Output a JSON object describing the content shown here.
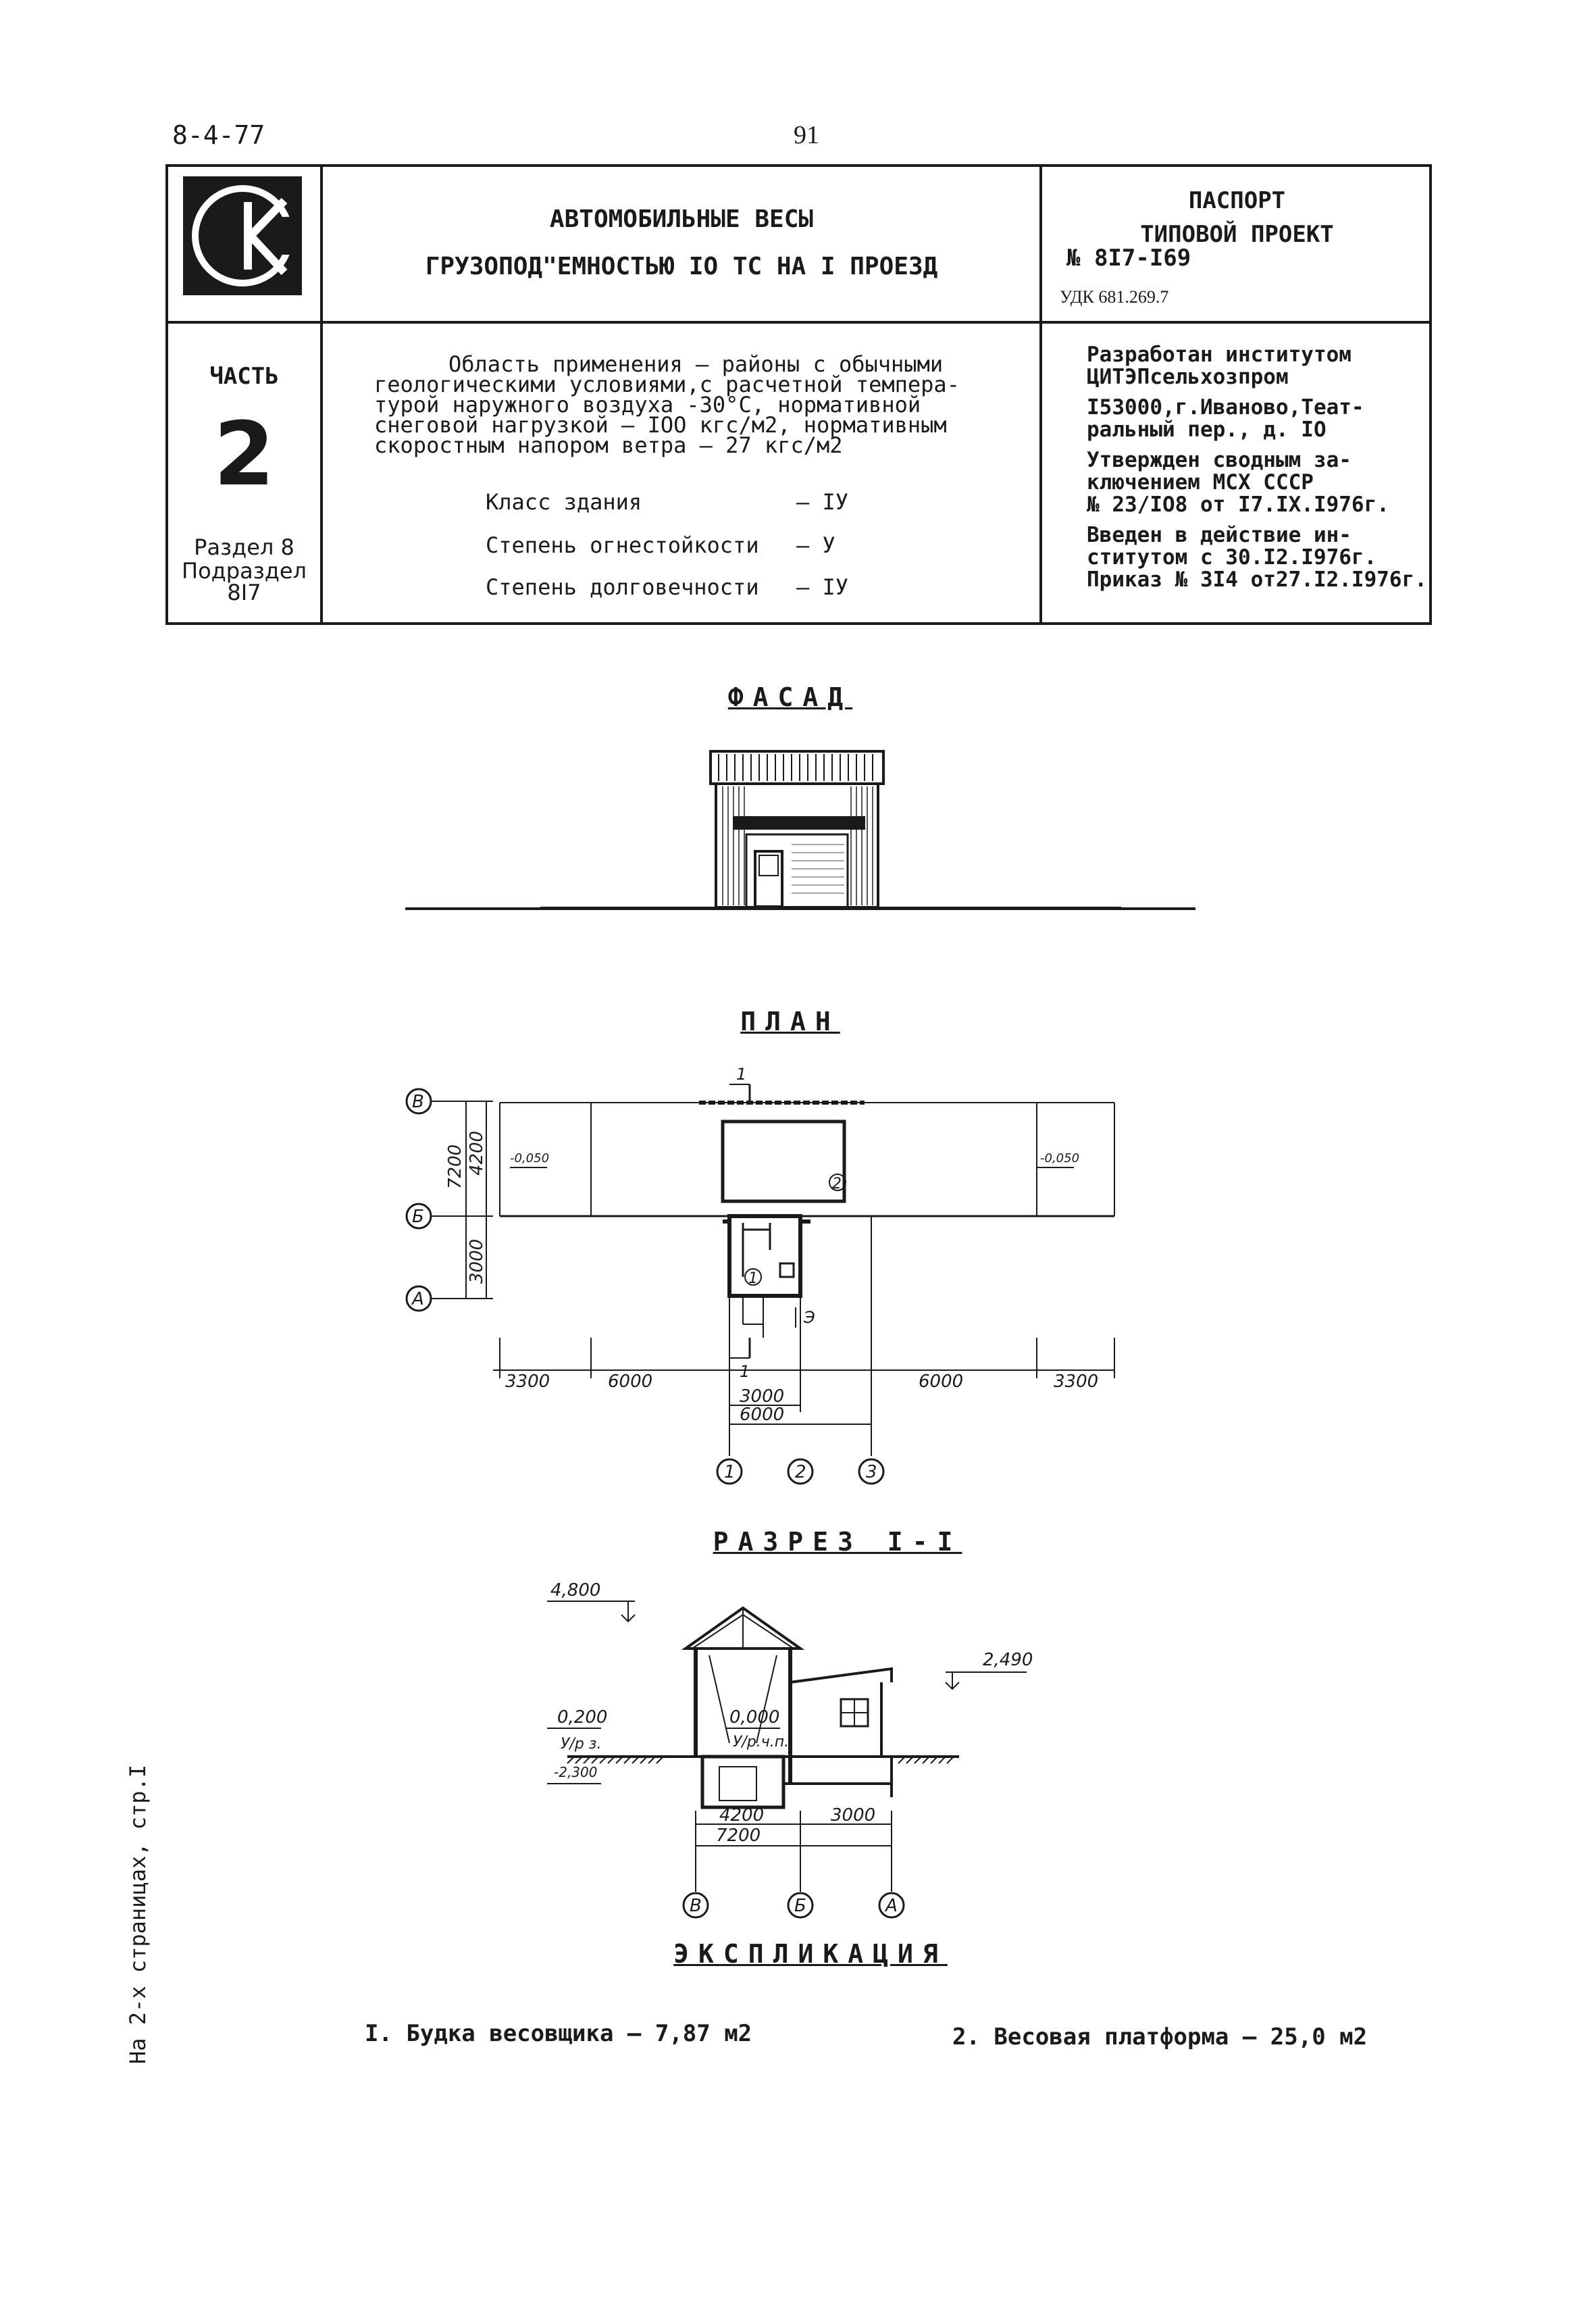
{
  "header": {
    "doc_number": "8-4-77",
    "page_number": "91"
  },
  "stamp": {
    "logo_label": "СК logo",
    "title_line1": "АВТОМОБИЛЬНЫЕ ВЕСЫ",
    "title_line2": "ГРУЗОПОД\"ЕМНОСТЬЮ IO TC НА I ПРОЕЗД",
    "passport": "ПАСПОРТ",
    "project_type": "ТИПОВОЙ ПРОЕКТ",
    "project_number": "№  8I7-I69",
    "udk": "УДК 681.269.7",
    "part_label": "ЧАСТЬ",
    "part_number": "2",
    "section_label": "Раздел 8",
    "subsection_label": "Подраздел",
    "subsection_number": "8I7",
    "scope_lines": [
      "Область применения – районы с обычными",
      "геологическими условиями,с расчетной темпера-",
      "турой наружного воздуха -30°С, нормативной",
      "снеговой нагрузкой – IOO кгс/м2, нормативным",
      "скоростным напором ветра – 27 кгс/м2"
    ],
    "classes": [
      {
        "label": "Класс здания",
        "value": "– IУ"
      },
      {
        "label": "Степень огнестойкости",
        "value": "– У"
      },
      {
        "label": "Степень долговечности",
        "value": "– IУ"
      }
    ],
    "developer_lines": [
      "Разработан институтом",
      "ЦИТЭПсельхозпром",
      "I53000,г.Иваново,Теат-",
      "ральный пер., д. IO",
      "Утвержден сводным за-",
      "ключением МСХ СССР",
      "№ 23/IO8 от I7.IX.I976г.",
      "Введен в действие ин-",
      "ститутом с  30.I2.I976г.",
      "Приказ № 3I4 от27.I2.I976г."
    ]
  },
  "drawings": {
    "facade_title": "ФАСАД",
    "plan_title": "ПЛАН",
    "section_title": "РАЗРЕЗ I-I",
    "explication_title": "ЭКСПЛИКАЦИЯ",
    "plan": {
      "axis_letters": [
        "В",
        "Б",
        "А"
      ],
      "axis_numbers": [
        "1",
        "2",
        "3"
      ],
      "vert_dims": [
        "7200",
        "4200",
        "3000"
      ],
      "bottom_dims": [
        "3300",
        "6000",
        "6000",
        "3300"
      ],
      "center_dims": [
        "3000",
        "6000"
      ],
      "levels": [
        "-0,050",
        "-0,050"
      ],
      "room_marks": [
        "1",
        "2"
      ],
      "section_mark": "1",
      "entry_mark": "Э"
    },
    "section": {
      "levels": [
        "4,800",
        "2,490",
        "0,200",
        "0,000",
        "-2,300"
      ],
      "level_notes": [
        "У/р з.",
        "У/р.ч.п."
      ],
      "dims": [
        "4200",
        "3000",
        "7200"
      ],
      "axis_letters": [
        "В",
        "Б",
        "А"
      ]
    }
  },
  "explication": [
    "I. Будка весовщика – 7,87 м2",
    "2. Весовая платформа – 25,0 м2"
  ],
  "side_note": "На 2-х страницах, стр.I"
}
